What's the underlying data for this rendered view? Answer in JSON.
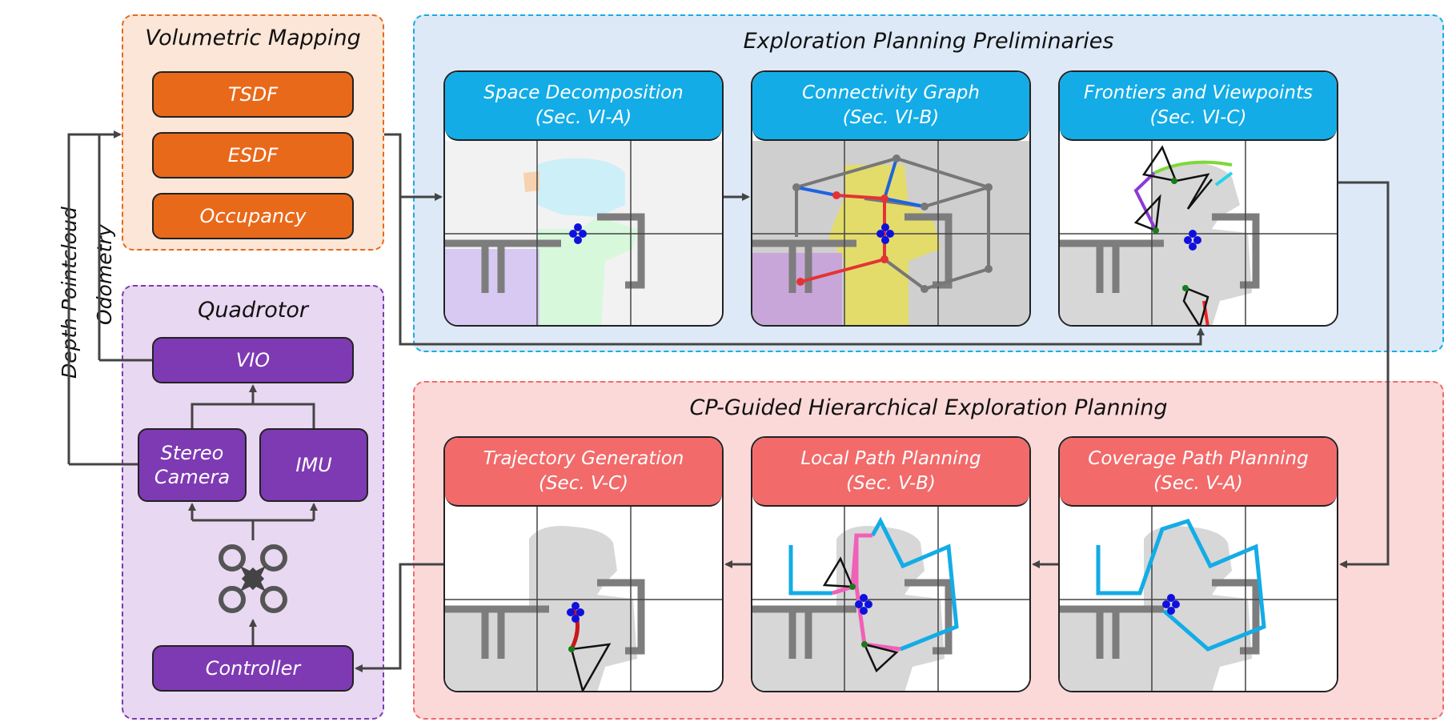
{
  "volumetric_mapping": {
    "title": "Volumetric Mapping",
    "blocks": [
      "TSDF",
      "ESDF",
      "Occupancy"
    ],
    "color": "#E8691A"
  },
  "quadrotor": {
    "title": "Quadrotor",
    "vio": "VIO",
    "stereo_camera": "Stereo Camera",
    "stereo_line1": "Stereo",
    "stereo_line2": "Camera",
    "imu": "IMU",
    "controller": "Controller",
    "color": "#7E3AB3"
  },
  "side_labels": {
    "depth_pointcloud": "Depth Pointcloud",
    "odometry": "Odometry"
  },
  "preliminaries": {
    "title": "Exploration Planning Preliminaries",
    "panels": [
      {
        "title": "Space Decomposition",
        "section": "(Sec. VI-A)"
      },
      {
        "title": "Connectivity Graph",
        "section": "(Sec. VI-B)"
      },
      {
        "title": "Frontiers and Viewpoints",
        "section": "(Sec. VI-C)"
      }
    ]
  },
  "hierarchical": {
    "title": "CP-Guided Hierarchical Exploration Planning",
    "panels": [
      {
        "title": "Trajectory Generation",
        "section": "(Sec. V-C)"
      },
      {
        "title": "Local Path Planning",
        "section": "(Sec. V-B)"
      },
      {
        "title": "Coverage Path Planning",
        "section": "(Sec. V-A)"
      }
    ]
  },
  "colors": {
    "prelim_header": "#13ACE6",
    "hier_header": "#F26A6A",
    "prelim_bg": "#DDE9F6",
    "hier_bg": "#FCD9D9",
    "mapping_bg": "#FCE6D8",
    "quad_bg": "#E8D8F1"
  }
}
